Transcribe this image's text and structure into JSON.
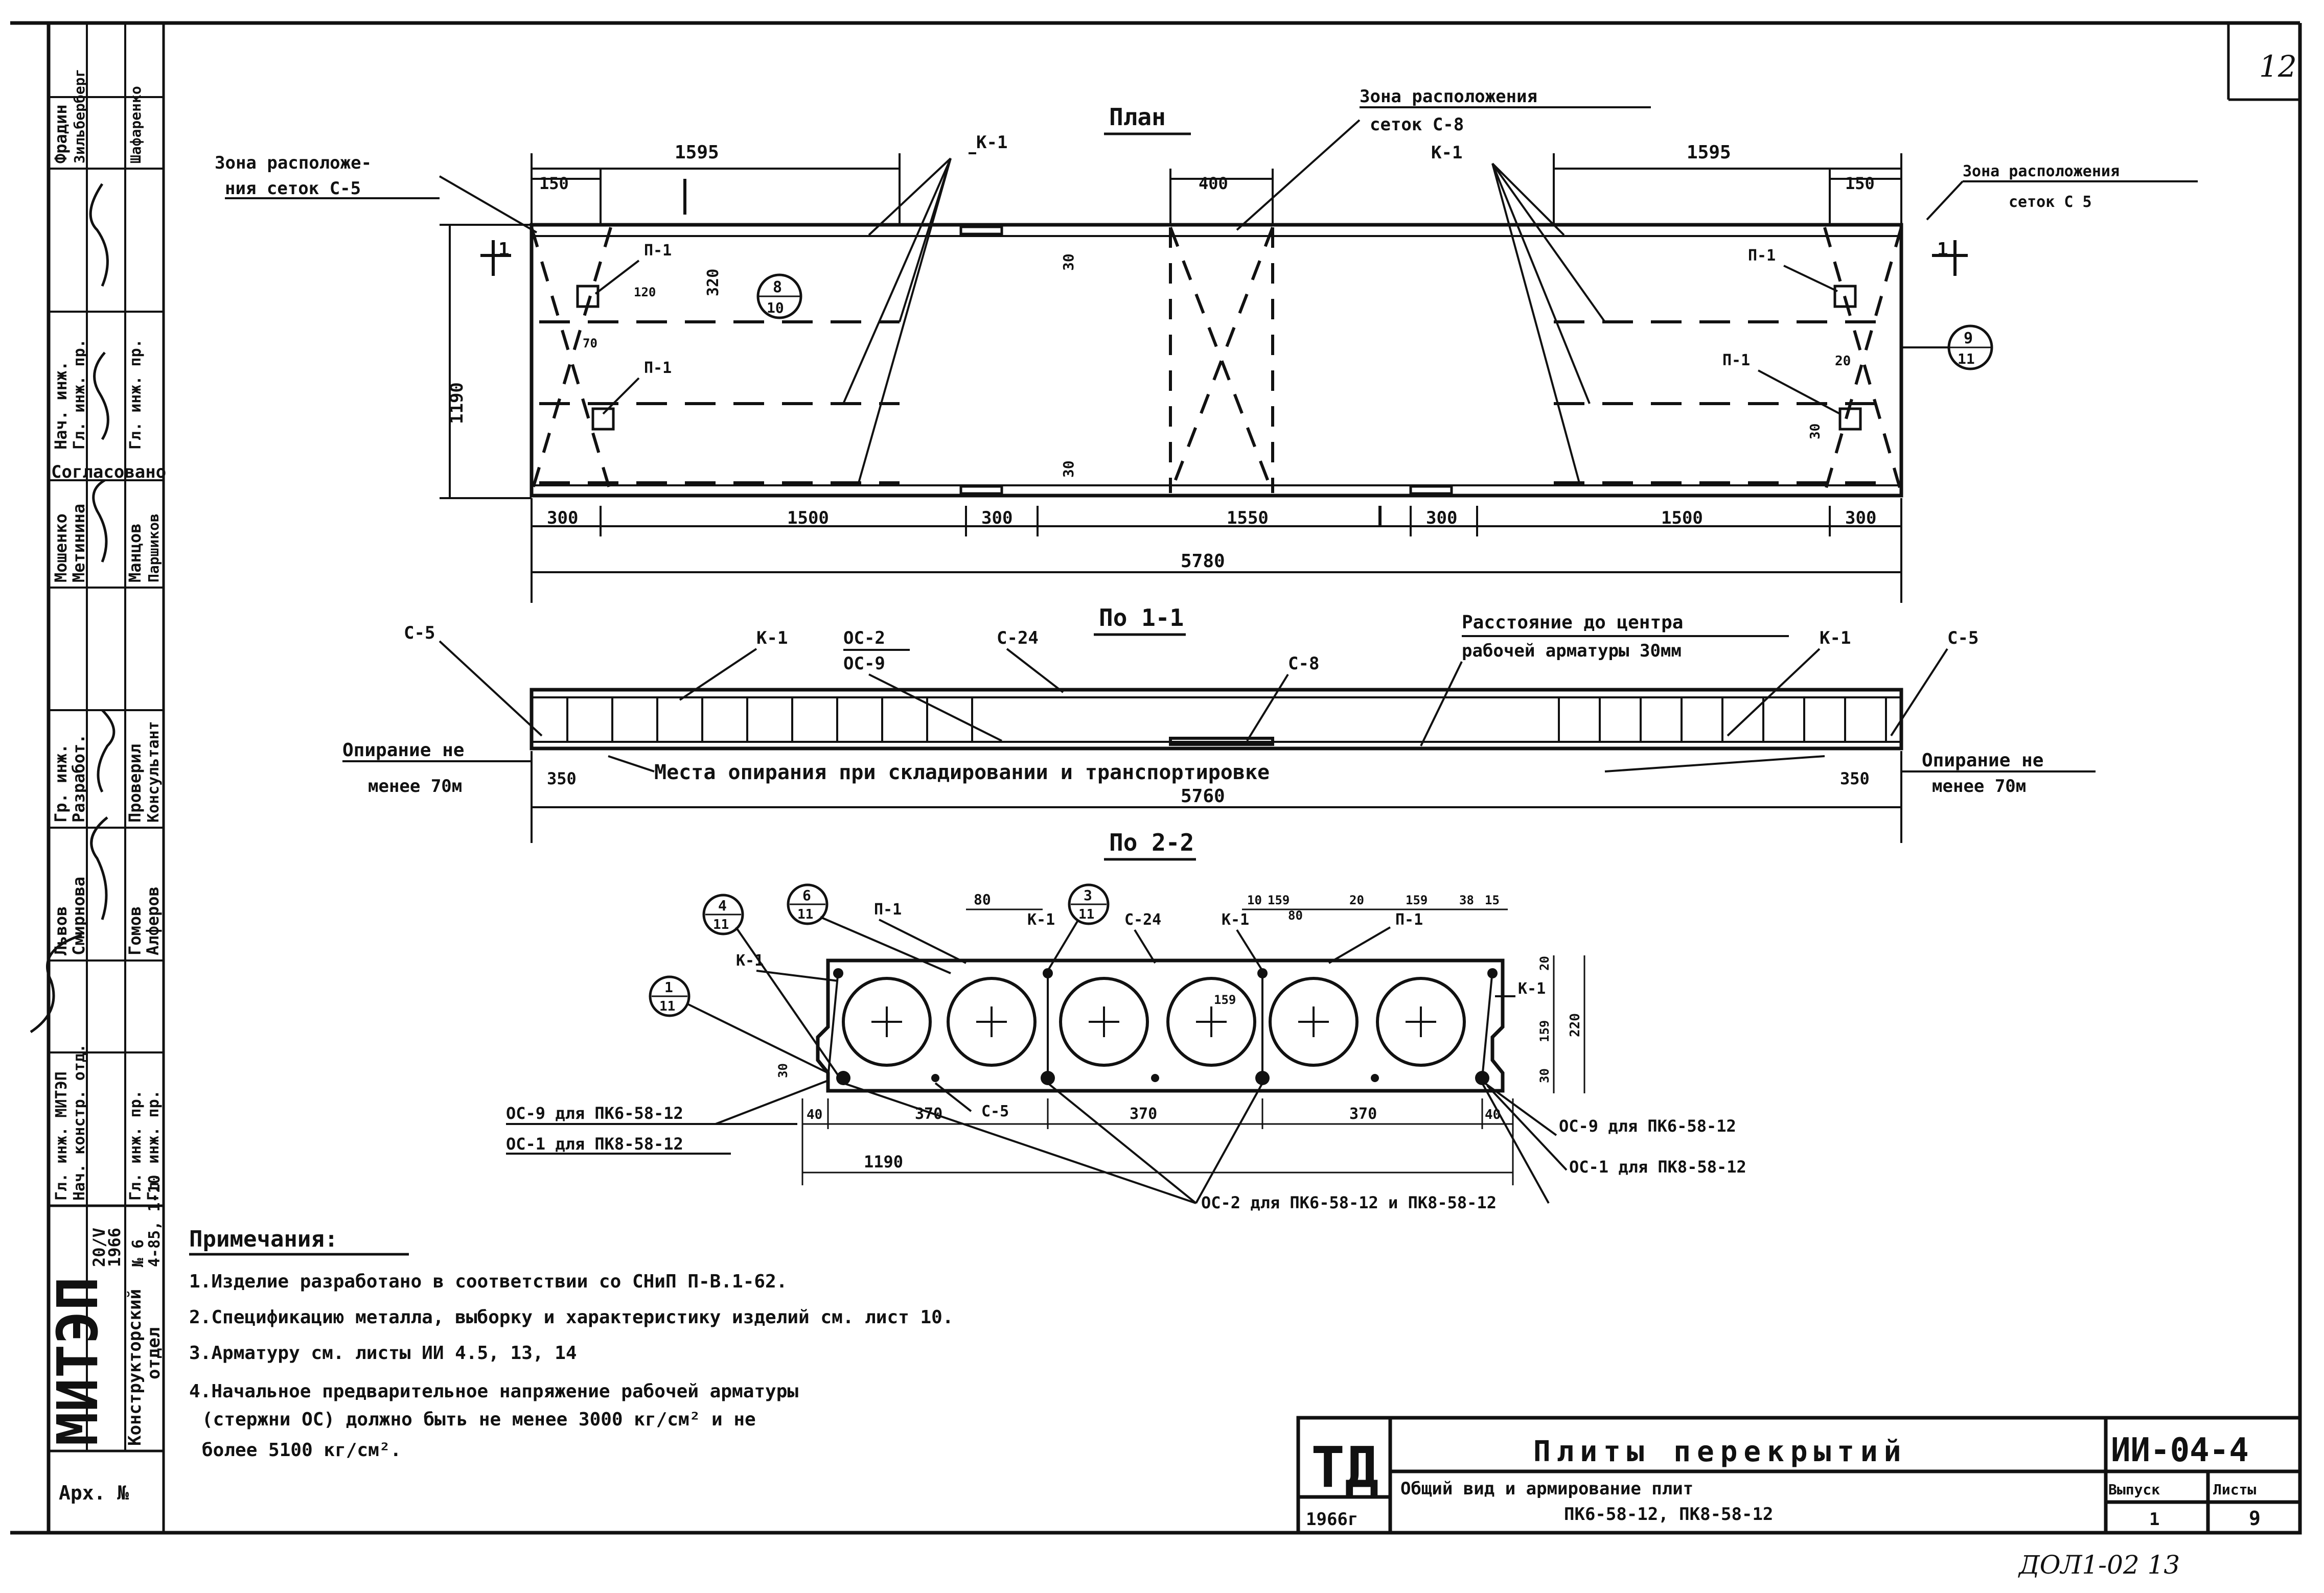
{
  "sheet_number": "12",
  "bottom_handwriting": "ДОЛ1-02   13",
  "plan": {
    "title": "План",
    "zone_g5_left": [
      "Зона расположе-",
      "ния сеток С-5"
    ],
    "zone_g5_right": [
      "Зона расположения",
      "сеток С 5"
    ],
    "zone_g8": [
      "Зона расположения",
      "сеток С-8"
    ],
    "k1_left": "К-1",
    "k1_right": "К-1",
    "d_1595_left": "1595",
    "d_1595_right": "1595",
    "d_150_left": "150",
    "d_150_right": "150",
    "d_400": "400",
    "d_30_top": "30",
    "d_30_bottom": "30",
    "d_1190": "1190",
    "d_320": "320",
    "d_120": "120",
    "d_70": "70",
    "d_20": "20",
    "d_30_right": "30",
    "p1_labels": [
      "П-1",
      "П-1",
      "П-1",
      "П-1"
    ],
    "section_mark_left": "1",
    "section_mark_right": "1",
    "callout_left": [
      "8",
      "10"
    ],
    "callout_right": [
      "9",
      "11"
    ],
    "bottom_dims": [
      "300",
      "1500",
      "300",
      "1550",
      "300",
      "1500",
      "300"
    ],
    "total": "5780"
  },
  "section11": {
    "title": "По 1-1",
    "c5_left": "С-5",
    "c5_right": "С-5",
    "k1_left": "К-1",
    "k1_right": "К-1",
    "dg_labels": [
      "ОС-2",
      "ОС-9"
    ],
    "c24": "С-24",
    "c8": "С-8",
    "reinf_distance": [
      "Расстояние до центра",
      "рабочей арматуры 30мм"
    ],
    "support_left": [
      "Опирание не",
      "менее 70м"
    ],
    "support_right": [
      "Опирание не",
      "менее 70м"
    ],
    "storage_note": "Места опирания при складировании и транспортировке",
    "d_350_left": "350",
    "d_350_right": "350",
    "total": "5760"
  },
  "section22": {
    "title": "По 2-2",
    "callout_4": [
      "4",
      "11"
    ],
    "callout_6": [
      "6",
      "11"
    ],
    "callout_3": [
      "3",
      "11"
    ],
    "callout_1": [
      "1",
      "11"
    ],
    "p1_left": "П-1",
    "p1_right": "П-1",
    "k1_labels": [
      "К-1",
      "К-1",
      "К-1",
      "К-1"
    ],
    "c24": "С-24",
    "c5": "С-5",
    "top_dims": [
      "80",
      "10",
      "159",
      "20",
      "159",
      "38",
      "15"
    ],
    "d_80b": "80",
    "d_159_circle": "159",
    "right_dims": [
      "20",
      "159",
      "30",
      "220"
    ],
    "d_30_left": "30",
    "bottom_dims": [
      "40",
      "370",
      "370",
      "370",
      "40"
    ],
    "total": "1190",
    "rebar_notes": {
      "og9_left": "ОС-9 для ПК6-58-12",
      "og1_left": "ОС-1 для ПК8-58-12",
      "og9_right": "ОС-9 для ПК6-58-12",
      "og1_right": "ОС-1 для ПК8-58-12",
      "og2": "ОС-2 для ПК6-58-12 и ПК8-58-12"
    }
  },
  "notes": {
    "title": "Примечания:",
    "items": [
      "1.Изделие разработано в соответствии со СНиП П-В.1-62.",
      "2.Спецификацию металла, выборку и характеристику изделий см. лист 10.",
      "3.Арматуру см. листы ИИ 4.5, 13, 14",
      "4.Начальное предварительное напряжение рабочей арматуры",
      "(стержни ОС) должно быть не менее 3000 кг/см² и не",
      "более 5100 кг/см²."
    ]
  },
  "title_block": {
    "logo": "ТД",
    "year": "1966г",
    "title": "Плиты перекрытий",
    "subtitle": [
      "Общий вид и армирование плит",
      "ПК6-58-12, ПК8-58-12"
    ],
    "code": "ИИ-04-4",
    "issue_label": "Выпуск",
    "issue": "1",
    "sheet_label": "Листы",
    "sheet": "9"
  },
  "left_stamp": {
    "org": "МИТЭП",
    "dept": [
      "Конструкторский",
      "отдел"
    ],
    "arch": "Арх. №",
    "year_cell": [
      "20/V",
      "1966"
    ],
    "num_cell": [
      "№ 6",
      "4-85, 1-10"
    ],
    "roles": [
      "Гл. инж. МИТЭП",
      "Нач. констр. отд.",
      "Гл. инж. пр.",
      "Гл. инж. пр."
    ],
    "names": [
      "Львов",
      "Смирнова",
      "Гомов",
      "Алферов"
    ],
    "roles2": [
      "Гр. инж.",
      "Разработ.",
      "Проверил",
      "Консультант"
    ],
    "names2": [
      "Мошенко",
      "Метинина",
      "Манцов",
      "Паршиков"
    ],
    "agree": "Согласовано",
    "roles3": [
      "Нач. инж.",
      "Гл. инж. пр.",
      "Гл. инж. пр."
    ],
    "names3": [
      "Фрадин",
      "Зильберберг",
      "Шафаренко"
    ]
  }
}
